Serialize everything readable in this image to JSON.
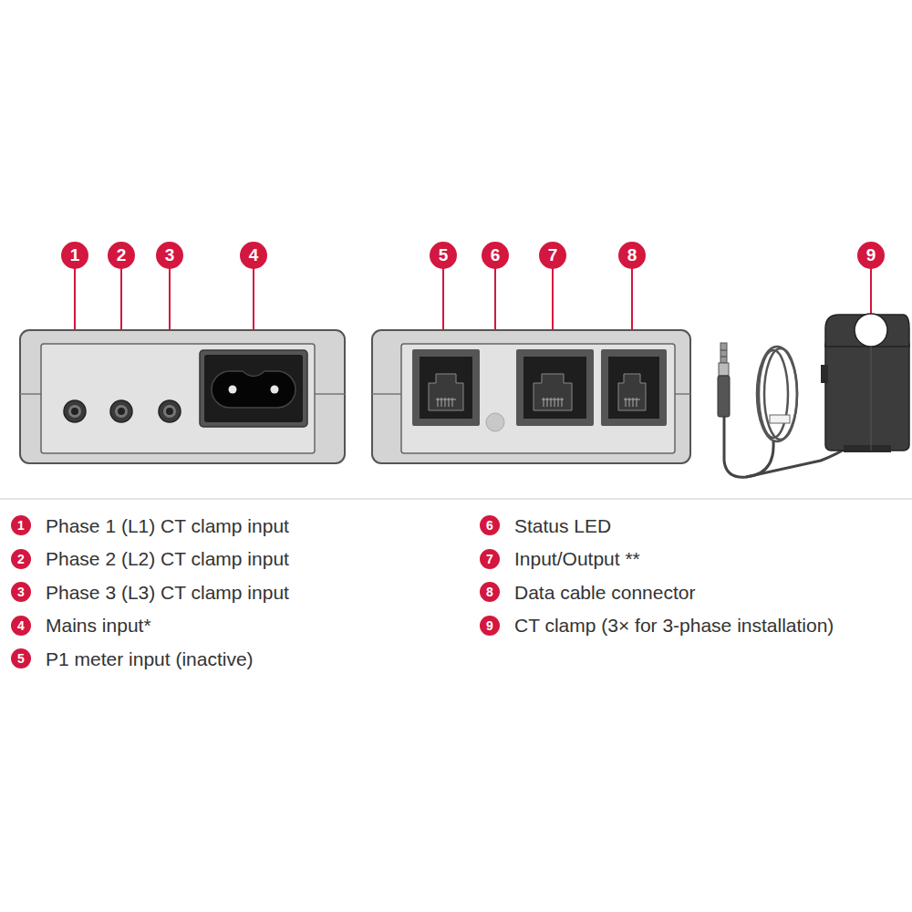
{
  "diagram": {
    "labels": [
      "1",
      "2",
      "3",
      "4",
      "5",
      "6",
      "7",
      "8",
      "9",
      "1",
      "Phase 1 (L1) CT clamp input",
      "2",
      "Phase 2 (L2) CT clamp input",
      "3",
      "Phase 3 (L3) CT clamp input",
      "4",
      "Mains input*",
      "5",
      "P1 meter input (inactive)",
      "6",
      "Status LED",
      "7",
      "Input/Output **",
      "8",
      "Data cable connector",
      "9",
      "CT clamp (3× for 3-phase installation)"
    ]
  }
}
